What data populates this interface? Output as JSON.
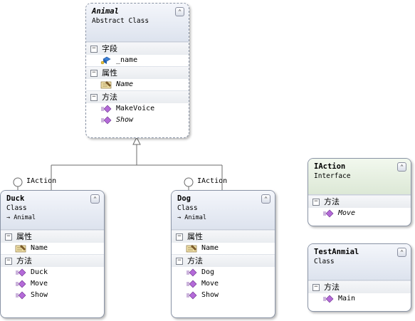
{
  "animal": {
    "name": "Animal",
    "stereotype": "Abstract Class",
    "sections": {
      "fields": {
        "title": "字段",
        "items": [
          "_name"
        ]
      },
      "properties": {
        "title": "属性",
        "items": [
          "Name"
        ]
      },
      "methods": {
        "title": "方法",
        "items": [
          "MakeVoice",
          "Show"
        ]
      }
    }
  },
  "duck": {
    "name": "Duck",
    "stereotype": "Class",
    "base": "Animal",
    "interface": "IAction",
    "sections": {
      "properties": {
        "title": "属性",
        "items": [
          "Name"
        ]
      },
      "methods": {
        "title": "方法",
        "items": [
          "Duck",
          "Move",
          "Show"
        ]
      }
    }
  },
  "dog": {
    "name": "Dog",
    "stereotype": "Class",
    "base": "Animal",
    "interface": "IAction",
    "sections": {
      "properties": {
        "title": "属性",
        "items": [
          "Name"
        ]
      },
      "methods": {
        "title": "方法",
        "items": [
          "Dog",
          "Move",
          "Show"
        ]
      }
    }
  },
  "iaction": {
    "name": "IAction",
    "stereotype": "Interface",
    "sections": {
      "methods": {
        "title": "方法",
        "items": [
          "Move"
        ]
      }
    }
  },
  "testanimal": {
    "name": "TestAnmial",
    "stereotype": "Class",
    "sections": {
      "methods": {
        "title": "方法",
        "items": [
          "Main"
        ]
      }
    }
  },
  "symbols": {
    "collapse": "⌃",
    "minus": "−",
    "arrow": "→"
  }
}
